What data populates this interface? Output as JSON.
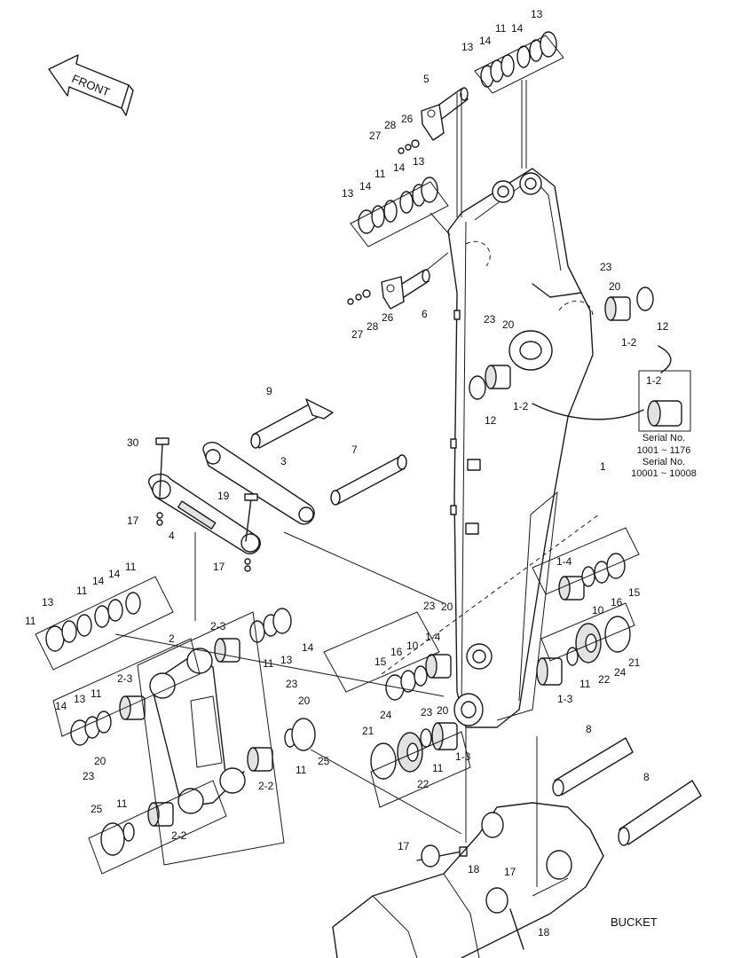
{
  "direction_label": "FRONT",
  "bucket_label": "BUCKET",
  "inset": {
    "part": "1-2",
    "lines": [
      "Serial No.",
      "1001 ~ 1176",
      "Serial No.",
      "10001 ~ 10008"
    ]
  },
  "callouts": [
    "13",
    "14",
    "11",
    "14",
    "13",
    "5",
    "26",
    "28",
    "27",
    "13",
    "14",
    "11",
    "14",
    "13",
    "23",
    "20",
    "12",
    "6",
    "26",
    "28",
    "27",
    "23",
    "20",
    "12",
    "1-2",
    "1-2",
    "9",
    "30",
    "3",
    "7",
    "19",
    "17",
    "4",
    "17",
    "1",
    "11",
    "14",
    "11",
    "14",
    "13",
    "11",
    "2",
    "2-3",
    "11",
    "13",
    "14",
    "1-4",
    "10",
    "16",
    "15",
    "23",
    "20",
    "15",
    "16",
    "10",
    "1-4",
    "23",
    "20",
    "21",
    "24",
    "22",
    "11",
    "1-3",
    "2-3",
    "13",
    "11",
    "14",
    "20",
    "23",
    "23",
    "20",
    "11",
    "25",
    "2-2",
    "21",
    "24",
    "22",
    "11",
    "1-3",
    "8",
    "8",
    "25",
    "11",
    "2-2",
    "17",
    "18",
    "17",
    "18"
  ]
}
